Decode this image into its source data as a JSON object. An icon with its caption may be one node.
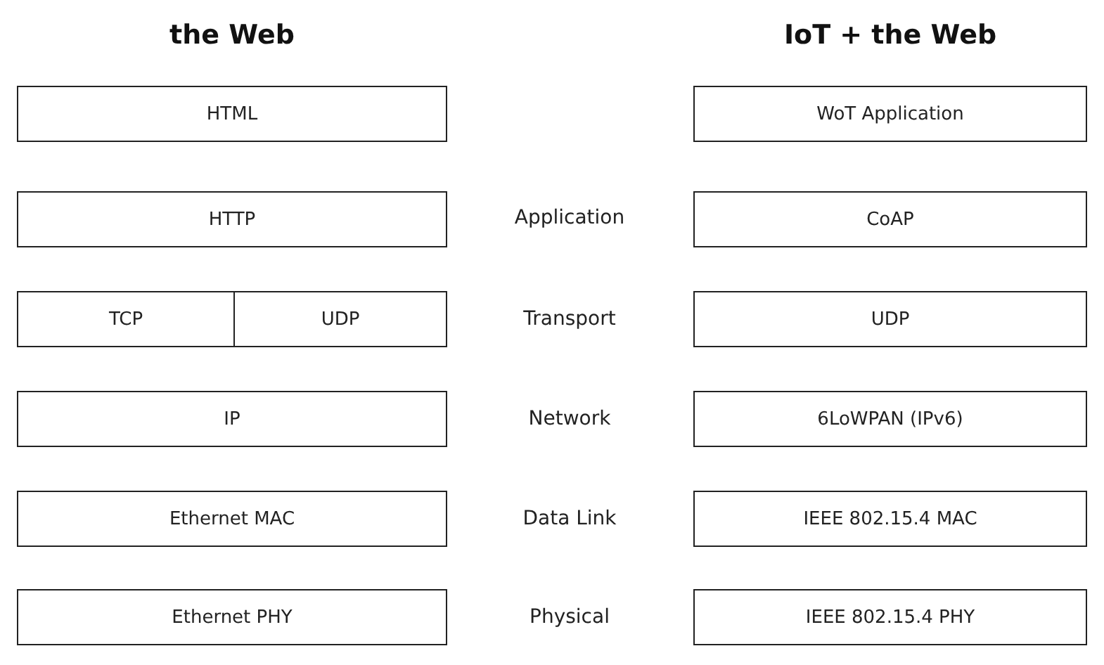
{
  "diagram": {
    "nodes": [
      {
        "text": [
          "HTML"
        ]
      },
      {
        "text": [
          "WoT Application"
        ]
      },
      {
        "text": [
          "HTTP"
        ]
      },
      {
        "text": [
          "CoAP"
        ]
      },
      {
        "text": [
          "TCP"
        ]
      },
      {
        "text": [
          "UDP"
        ]
      },
      {
        "text": [
          "UDP"
        ]
      },
      {
        "text": [
          "IP"
        ]
      },
      {
        "text": [
          "6LoWPAN (IPv6)"
        ]
      },
      {
        "text": [
          "Ethernet MAC"
        ]
      },
      {
        "text": [
          "IEEE 802.15.4 MAC"
        ]
      },
      {
        "text": [
          "Ethernet PHY"
        ]
      },
      {
        "text": [
          "IEEE 802.15.4 PHY"
        ]
      }
    ],
    "labels": [
      "the Web",
      "IoT + the Web",
      "Application",
      "Transport",
      "Network",
      "Data Link",
      "Physical"
    ]
  }
}
